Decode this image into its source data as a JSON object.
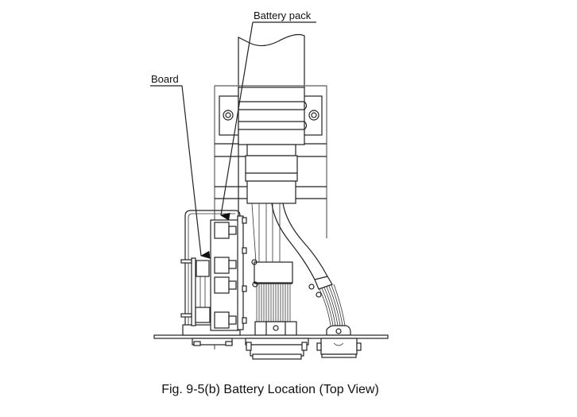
{
  "labels": {
    "battery_pack": "Battery pack",
    "board": "Board"
  },
  "caption": "Fig. 9-5(b)  Battery Location (Top View)"
}
